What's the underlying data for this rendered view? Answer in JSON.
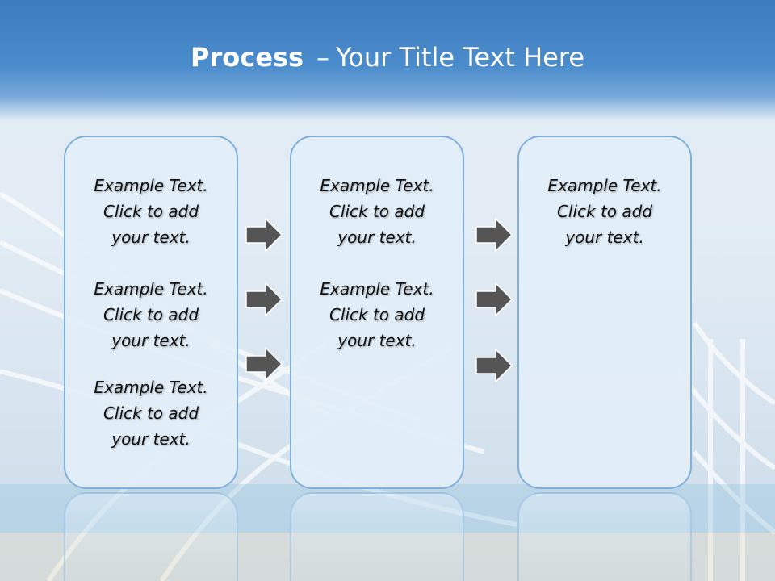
{
  "title": {
    "bold": "Process",
    "separator": "–",
    "rest": "Your Title Text Here"
  },
  "boxes": [
    {
      "blocks": [
        {
          "line1": "Example Text.",
          "line2": "Click  to add",
          "line3": "your text."
        },
        {
          "line1": "Example Text.",
          "line2": "Click  to add",
          "line3": "your text."
        },
        {
          "line1": "Example Text.",
          "line2": "Click  to add",
          "line3": "your text."
        }
      ]
    },
    {
      "blocks": [
        {
          "line1": "Example Text.",
          "line2": "Click  to add",
          "line3": "your text."
        },
        {
          "line1": "Example Text.",
          "line2": "Click  to add",
          "line3": "your text."
        }
      ]
    },
    {
      "blocks": [
        {
          "line1": "Example Text.",
          "line2": "Click  to add",
          "line3": "your text."
        }
      ]
    }
  ],
  "colors": {
    "title_bar": "#3d7cc0",
    "box_border": "#7fb0dd",
    "box_fill": "#e2eef8",
    "arrow_fill": "#555555"
  },
  "icons": {
    "arrow": "right-arrow-icon"
  }
}
